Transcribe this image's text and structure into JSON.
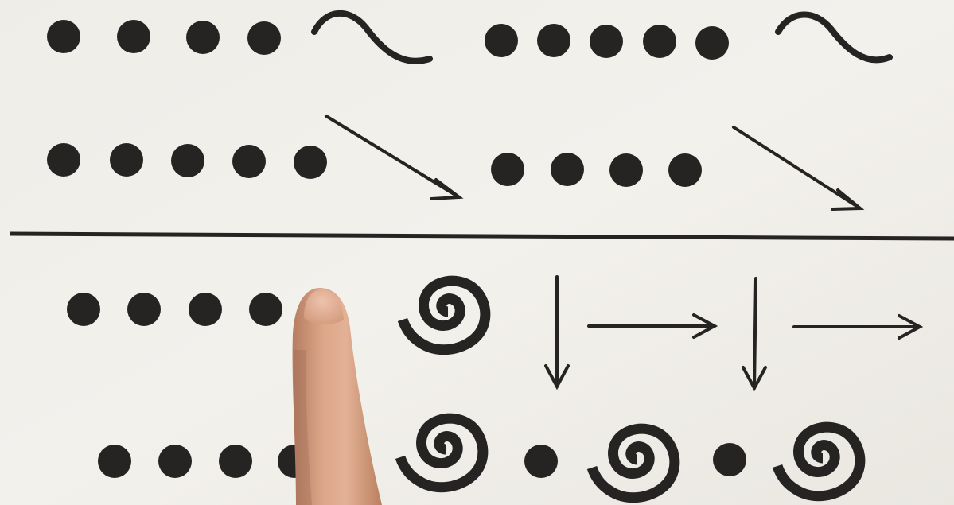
{
  "scene": {
    "paper_color": "#f1efea",
    "ink_color": "#262422",
    "skin_color": "#d9a183"
  },
  "top_panel": {
    "row1_left": {
      "dots": 4,
      "trailing_symbol": "wave-icon"
    },
    "row1_right": {
      "dots": 5,
      "trailing_symbol": "wave-icon"
    },
    "row2_left": {
      "dots": 5,
      "trailing_symbol": "diagonal-arrow-icon"
    },
    "row2_right": {
      "dots": 4,
      "trailing_symbol": "diagonal-arrow-icon"
    }
  },
  "bottom_panel": {
    "row1": {
      "dots": 4,
      "symbols": [
        "spiral-icon",
        "down-arrow-icon",
        "right-arrow-icon",
        "down-arrow-icon",
        "right-arrow-icon"
      ]
    },
    "row2": {
      "dots": 4,
      "symbols": [
        "spiral-icon",
        "dot",
        "spiral-icon",
        "dot",
        "spiral-icon"
      ]
    }
  }
}
